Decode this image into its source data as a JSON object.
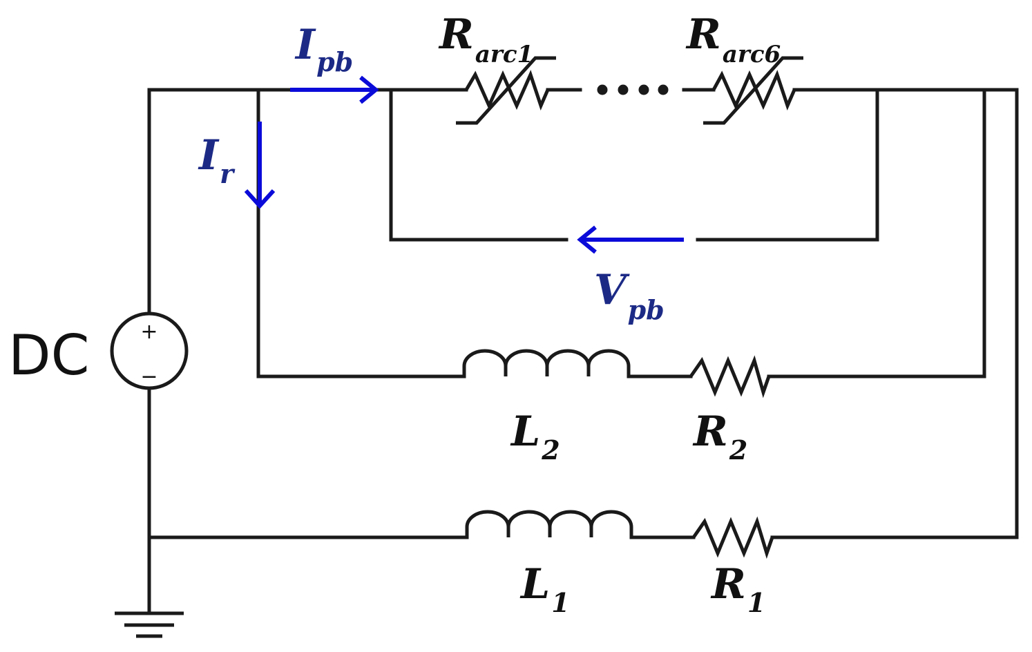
{
  "labels": {
    "dc_source": "DC",
    "i_pb": {
      "main": "I",
      "sub": "pb"
    },
    "i_r": {
      "main": "I",
      "sub": "r"
    },
    "v_pb": {
      "main": "V",
      "sub": "pb"
    },
    "r_arc1": {
      "main": "R",
      "sub": "arc1"
    },
    "r_arc6": {
      "main": "R",
      "sub": "arc6"
    },
    "l2": {
      "main": "L",
      "sub": "2"
    },
    "r2": {
      "main": "R",
      "sub": "2"
    },
    "l1": {
      "main": "L",
      "sub": "1"
    },
    "r1": {
      "main": "R",
      "sub": "1"
    },
    "source_plus": "+",
    "source_minus": "−"
  },
  "colors": {
    "wire": "#1a1a1a",
    "signal": "#0b0bd9",
    "signal_label": "#1c2a86"
  }
}
